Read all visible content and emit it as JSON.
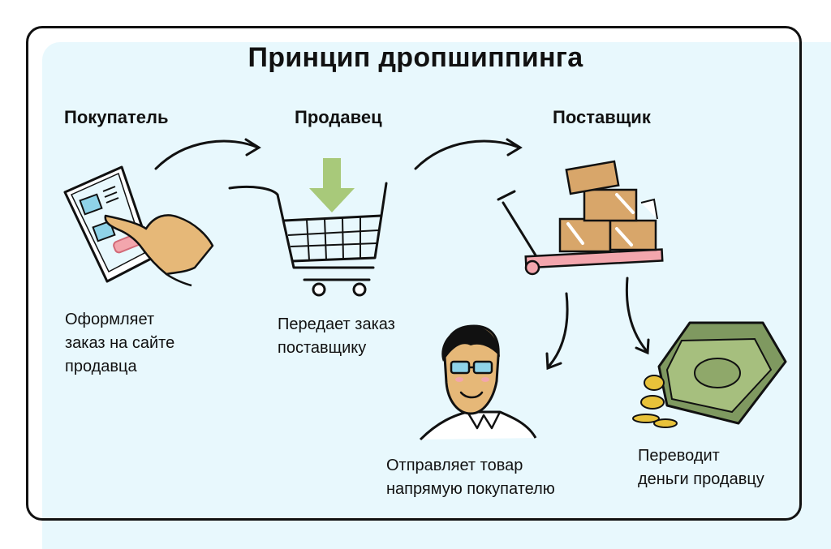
{
  "title": "Принцип дропшиппинга",
  "actors": {
    "buyer": "Покупатель",
    "seller": "Продавец",
    "supplier": "Поставщик"
  },
  "steps": {
    "buyer": [
      "Оформляет",
      "заказ на сайте",
      "продавца"
    ],
    "seller": [
      "Передает заказ",
      "поставщику"
    ],
    "shipping": [
      "Отправляет товар",
      "напрямую покупателю"
    ],
    "payment": [
      "Переводит",
      "деньги продавцу"
    ]
  },
  "colors": {
    "background": "#e8f8fd",
    "outline": "#111111",
    "skin": "#e6b878",
    "box": "#d8a66a",
    "cart_arrow": "#a8c97a",
    "money": "#8fa86a",
    "coin": "#e8c23a",
    "accent_blue": "#8fd3e8",
    "accent_pink": "#f3a6ad"
  },
  "icons": [
    "tablet-order-icon",
    "shopping-cart-icon",
    "pallet-boxes-icon",
    "person-icon",
    "money-coins-icon"
  ]
}
